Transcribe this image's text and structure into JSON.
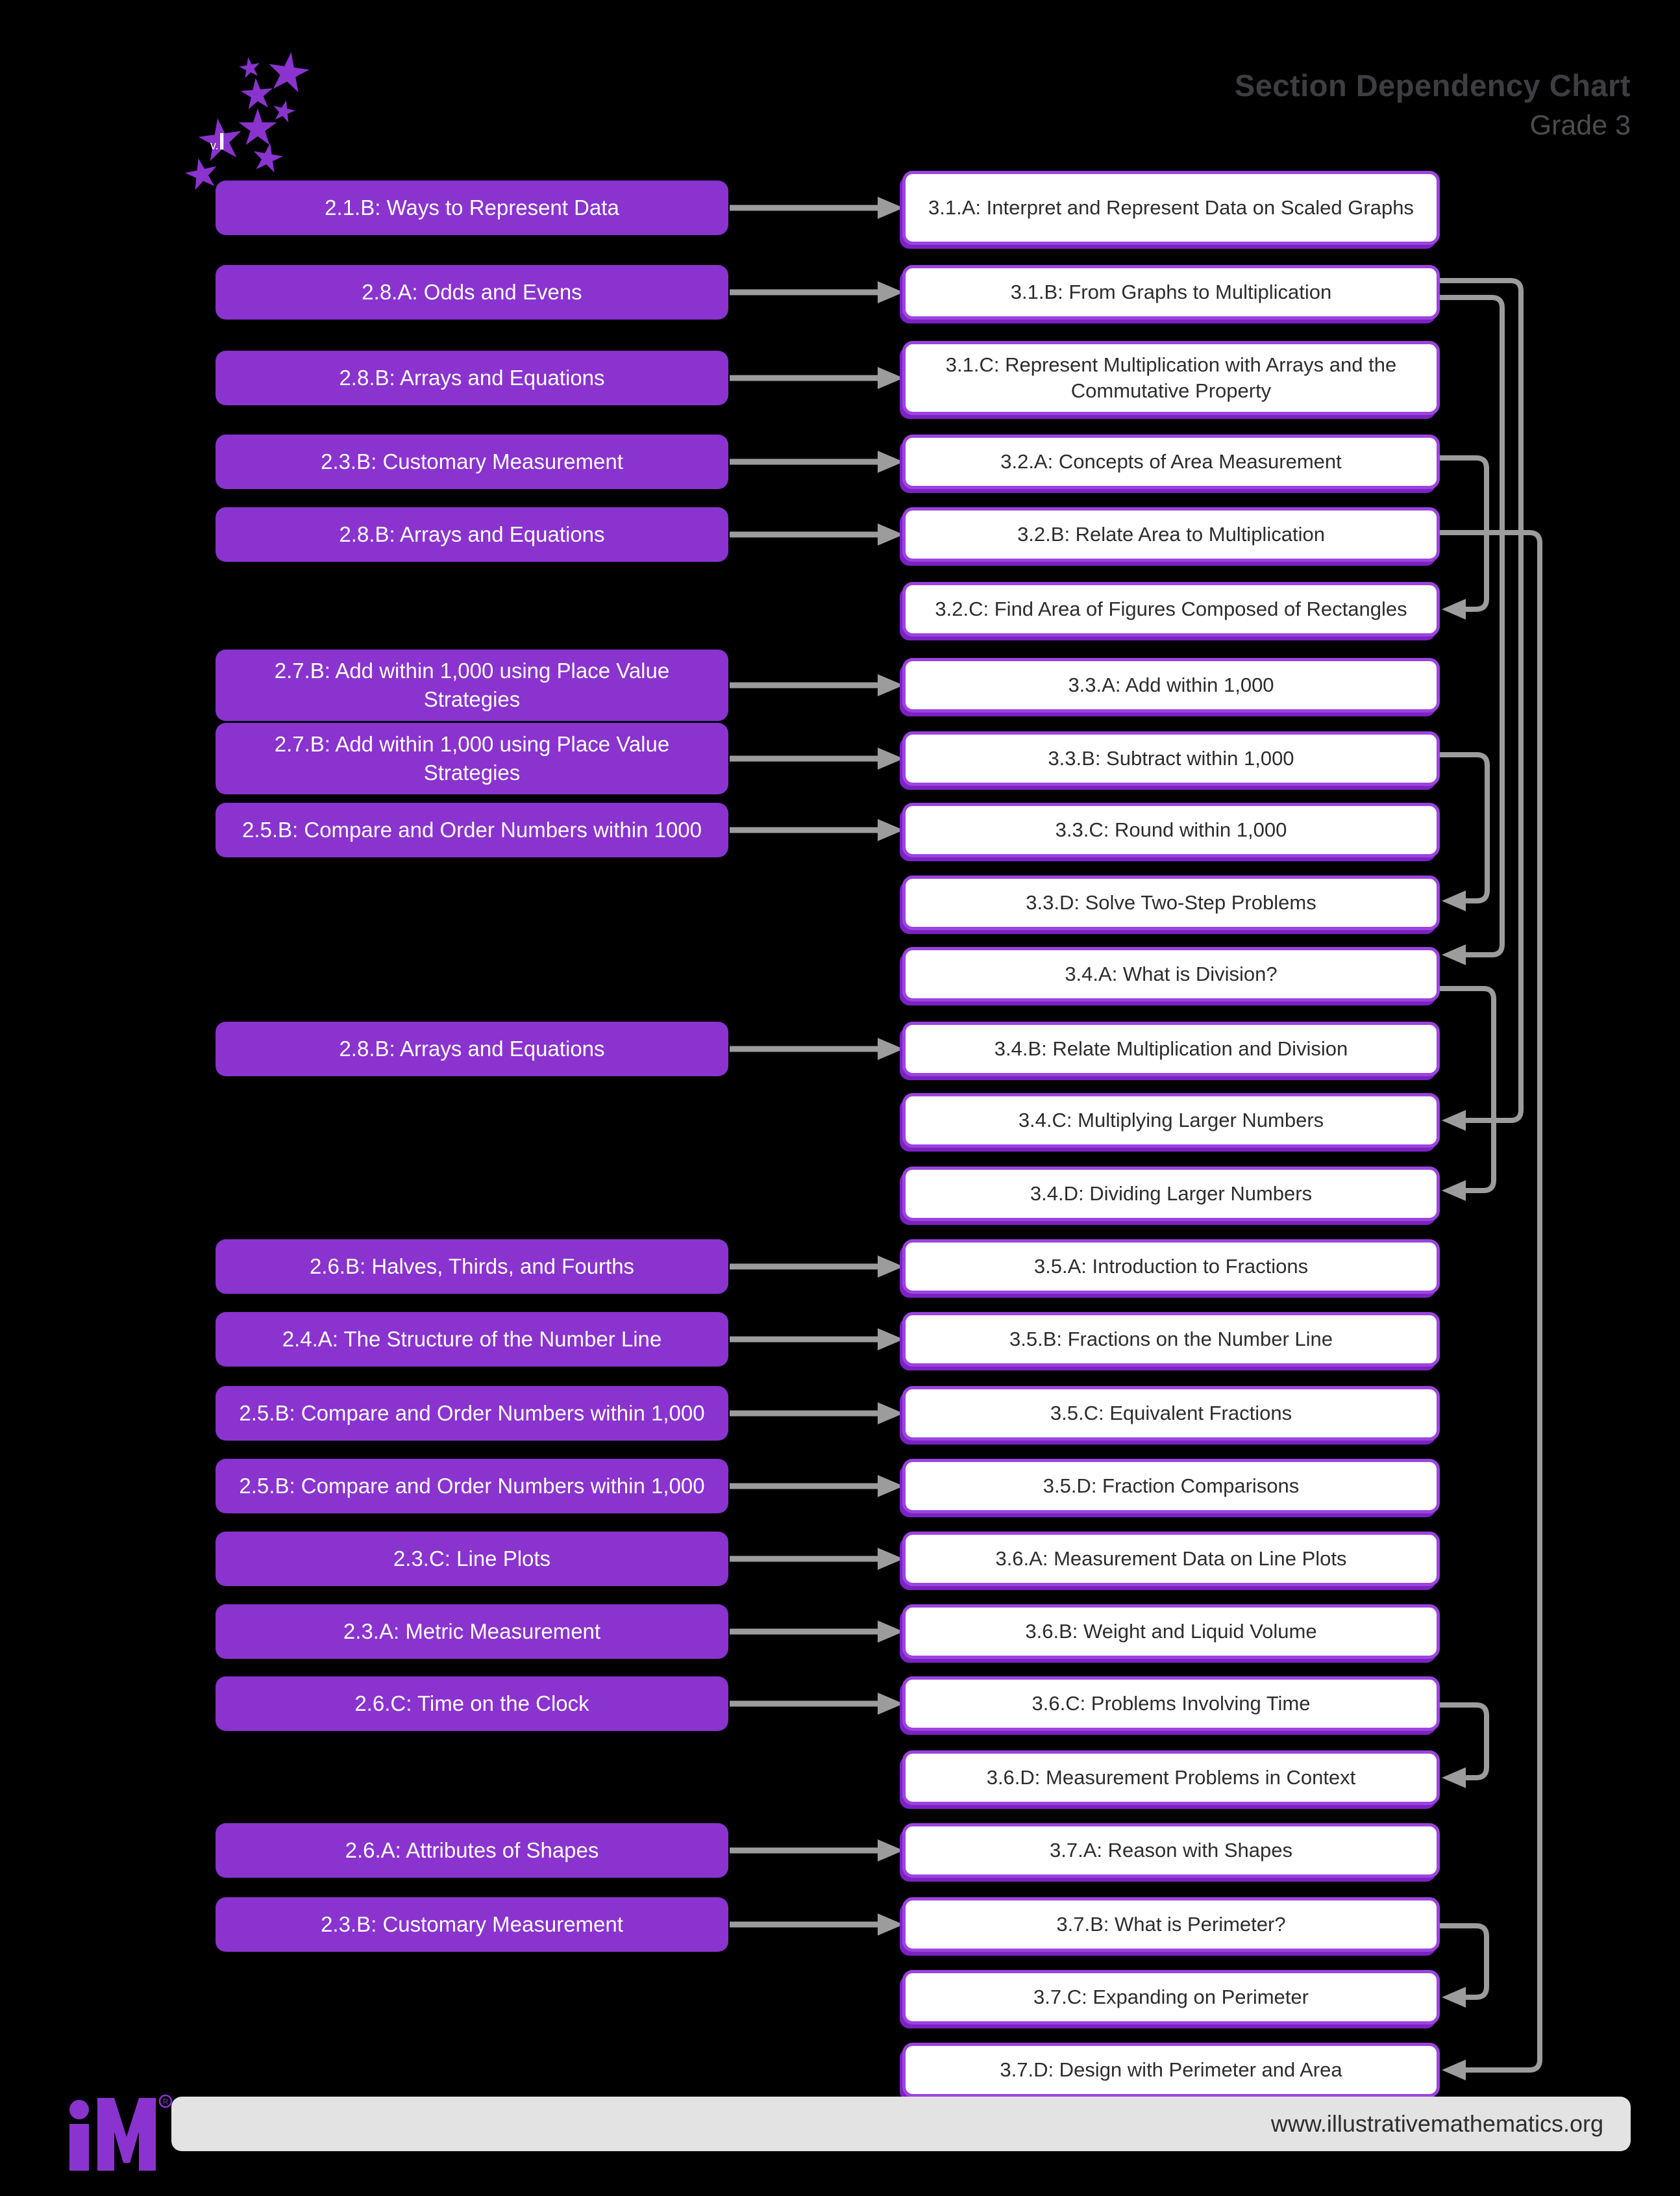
{
  "header": {
    "title": "Section Dependency Chart",
    "subtitle": "Grade 3"
  },
  "logo": {
    "star_badge_small": "v.",
    "star_badge_large": "I",
    "registered_mark": "R"
  },
  "footer": {
    "url": "www.illustrativemathematics.org"
  },
  "colors": {
    "purple_fill": "#8a33cf",
    "box_border_purple": "#9c43e0",
    "box_shadow_purple": "#7c21c4",
    "arrow_gray": "#9c9c9c",
    "title_gray": "#3e3e42",
    "footer_bg": "#e3e3e3",
    "text_dark": "#2d2d30"
  },
  "rows": [
    {
      "left": "2.1.B: Ways to Represent Data",
      "right": "3.1.A: Interpret and Represent Data on Scaled Graphs"
    },
    {
      "left": "2.8.A: Odds and Evens",
      "right": "3.1.B: From Graphs to Multiplication"
    },
    {
      "left": "2.8.B: Arrays and Equations",
      "right": "3.1.C: Represent Multiplication with Arrays and the Commutative Property"
    },
    {
      "left": "2.3.B: Customary Measurement",
      "right": "3.2.A: Concepts of Area Measurement"
    },
    {
      "left": "2.8.B: Arrays and Equations",
      "right": "3.2.B: Relate Area to Multiplication"
    },
    {
      "left": null,
      "right": "3.2.C: Find Area of Figures Composed of Rectangles"
    },
    {
      "left": "2.7.B: Add within 1,000 using Place Value Strategies",
      "right": "3.3.A: Add within 1,000"
    },
    {
      "left": "2.7.B: Add within 1,000 using Place Value Strategies",
      "right": "3.3.B: Subtract within 1,000"
    },
    {
      "left": "2.5.B: Compare and Order Numbers within 1000",
      "right": "3.3.C: Round within 1,000"
    },
    {
      "left": null,
      "right": "3.3.D: Solve Two-Step Problems"
    },
    {
      "left": null,
      "right": "3.4.A: What is Division?"
    },
    {
      "left": "2.8.B: Arrays and Equations",
      "right": "3.4.B: Relate Multiplication and Division"
    },
    {
      "left": null,
      "right": "3.4.C: Multiplying Larger Numbers"
    },
    {
      "left": null,
      "right": "3.4.D: Dividing Larger Numbers"
    },
    {
      "left": "2.6.B: Halves, Thirds, and Fourths",
      "right": "3.5.A: Introduction to Fractions"
    },
    {
      "left": "2.4.A: The Structure of the Number Line",
      "right": "3.5.B: Fractions on the Number Line"
    },
    {
      "left": "2.5.B: Compare and Order Numbers within 1,000",
      "right": "3.5.C: Equivalent Fractions"
    },
    {
      "left": "2.5.B: Compare and Order Numbers within 1,000",
      "right": "3.5.D: Fraction Comparisons"
    },
    {
      "left": "2.3.C: Line Plots",
      "right": "3.6.A: Measurement Data on Line Plots"
    },
    {
      "left": "2.3.A: Metric Measurement",
      "right": "3.6.B: Weight and Liquid Volume"
    },
    {
      "left": "2.6.C: Time on the Clock",
      "right": "3.6.C: Problems Involving Time"
    },
    {
      "left": null,
      "right": "3.6.D: Measurement Problems in Context"
    },
    {
      "left": "2.6.A: Attributes of Shapes",
      "right": "3.7.A: Reason with Shapes"
    },
    {
      "left": "2.3.B: Customary Measurement",
      "right": "3.7.B: What is Perimeter?"
    },
    {
      "left": null,
      "right": "3.7.C: Expanding on Perimeter"
    },
    {
      "left": null,
      "right": "3.7.D: Design with Perimeter and Area"
    }
  ],
  "dependencies": [
    {
      "from": "3.2.A",
      "to": "3.2.C"
    },
    {
      "from": "3.3.B",
      "to": "3.3.D"
    },
    {
      "from": "3.1.B",
      "to": "3.4.A"
    },
    {
      "from": "3.1.B",
      "to": "3.4.C"
    },
    {
      "from": "3.4.A",
      "to": "3.4.D"
    },
    {
      "from": "3.6.C",
      "to": "3.6.D"
    },
    {
      "from": "3.7.B",
      "to": "3.7.C"
    },
    {
      "from": "3.2.B",
      "to": "3.7.D"
    }
  ]
}
